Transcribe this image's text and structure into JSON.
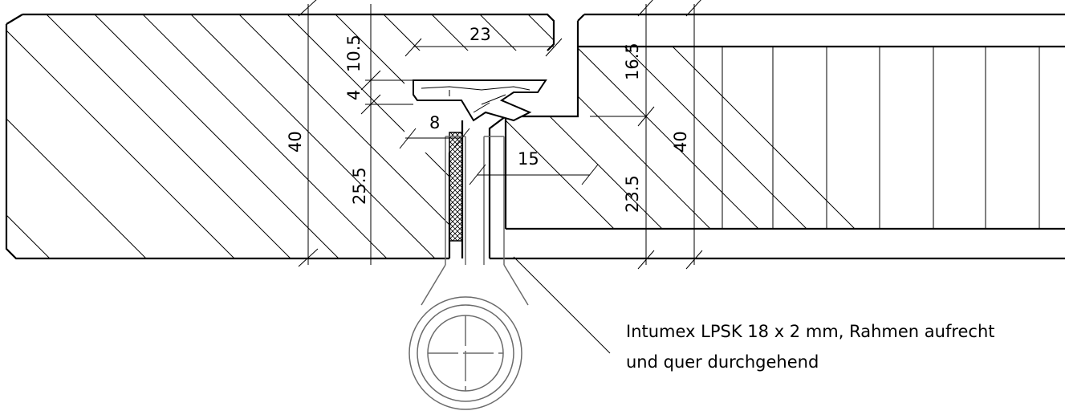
{
  "dimensions": {
    "d23_top": "23",
    "d10_5": "10.5",
    "d4": "4",
    "d8": "8",
    "d40_left": "40",
    "d25_5": "25.5",
    "d15": "15",
    "d16_5": "16.5",
    "d40_right": "40",
    "d23_5": "23.5"
  },
  "annotation": {
    "line1": "Intumex LPSK 18 x 2 mm, Rahmen aufrecht",
    "line2": "und quer durchgehend"
  },
  "colors": {
    "line": "#000000",
    "hinge": "#6b6b6b",
    "background": "#ffffff"
  }
}
